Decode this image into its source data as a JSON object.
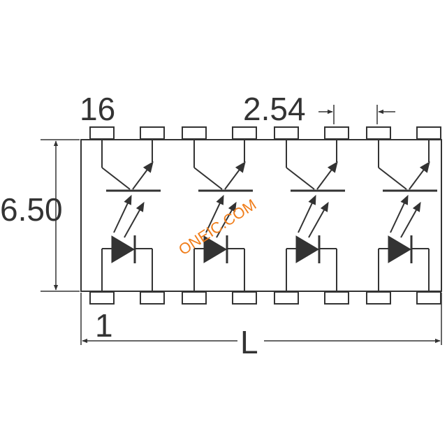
{
  "labels": {
    "pin_top": "16",
    "pitch": "2.54",
    "height": "6.50",
    "pin_bottom": "1",
    "length": "L"
  },
  "watermark": "ONEIC.COM",
  "colors": {
    "line": "#333333",
    "watermark": "#f07d1a",
    "background": "#ffffff"
  }
}
